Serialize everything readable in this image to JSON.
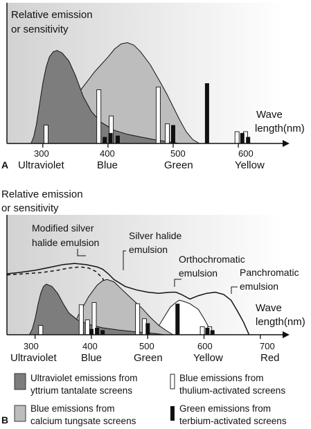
{
  "chart_data": [
    {
      "panel": "A",
      "type": "area",
      "ylabel_lines": [
        "Relative emission",
        "or sensitivity"
      ],
      "xlabel_lines": [
        "Wave",
        "length(nm)"
      ],
      "xlim": [
        245,
        670
      ],
      "ylim": [
        0,
        1
      ],
      "x_ticks": [
        300,
        400,
        500,
        600
      ],
      "regions": [
        "Ultraviolet",
        "Blue",
        "Green",
        "Yellow"
      ],
      "series": [
        {
          "kind": "curve",
          "fill": "#bdbdbd",
          "points": [
            [
              300,
              0
            ],
            [
              320,
              0.12
            ],
            [
              340,
              0.27
            ],
            [
              360,
              0.42
            ],
            [
              380,
              0.55
            ],
            [
              400,
              0.66
            ],
            [
              410,
              0.72
            ],
            [
              420,
              0.76
            ],
            [
              430,
              0.77
            ],
            [
              440,
              0.75
            ],
            [
              450,
              0.7
            ],
            [
              465,
              0.6
            ],
            [
              480,
              0.47
            ],
            [
              490,
              0.38
            ],
            [
              500,
              0.28
            ],
            [
              510,
              0.18
            ],
            [
              520,
              0.09
            ],
            [
              530,
              0.03
            ],
            [
              540,
              0
            ]
          ]
        },
        {
          "kind": "curve",
          "fill": "#7d7d7d",
          "points": [
            [
              282,
              0
            ],
            [
              286,
              0.05
            ],
            [
              290,
              0.14
            ],
            [
              295,
              0.3
            ],
            [
              300,
              0.46
            ],
            [
              305,
              0.58
            ],
            [
              310,
              0.66
            ],
            [
              316,
              0.7
            ],
            [
              322,
              0.71
            ],
            [
              330,
              0.69
            ],
            [
              340,
              0.63
            ],
            [
              350,
              0.52
            ],
            [
              362,
              0.36
            ],
            [
              375,
              0.24
            ],
            [
              390,
              0.16
            ],
            [
              410,
              0.1
            ],
            [
              430,
              0.07
            ],
            [
              450,
              0.05
            ],
            [
              470,
              0.03
            ],
            [
              490,
              0.015
            ],
            [
              510,
              0
            ]
          ]
        },
        {
          "kind": "bars",
          "style": "white",
          "points": [
            [
              305,
              0.14
            ],
            [
              386,
              0.41
            ],
            [
              405,
              0.21
            ],
            [
              477,
              0.43
            ],
            [
              491,
              0.15
            ],
            [
              598,
              0.09
            ],
            [
              611,
              0.09
            ]
          ]
        },
        {
          "kind": "bars",
          "style": "black",
          "points": [
            [
              395,
              0.05
            ],
            [
              404,
              0.08
            ],
            [
              415,
              0.06
            ],
            [
              500,
              0.14
            ],
            [
              552,
              0.46
            ],
            [
              606,
              0.08
            ],
            [
              615,
              0.05
            ]
          ]
        }
      ]
    },
    {
      "panel": "B",
      "type": "area",
      "ylabel_lines": [
        "Relative emission",
        "or sensitivity"
      ],
      "xlabel_lines": [
        "Wave",
        "length(nm)"
      ],
      "xlim": [
        250,
        742
      ],
      "ylim": [
        0,
        1
      ],
      "x_ticks": [
        300,
        400,
        500,
        600,
        700
      ],
      "regions": [
        "Ultraviolet",
        "Blue",
        "Green",
        "Yellow",
        "Red"
      ],
      "annotations": [
        {
          "lines": [
            "Modified silver",
            "halide emulsion"
          ]
        },
        {
          "lines": [
            "Silver halide",
            "emulsion"
          ]
        },
        {
          "lines": [
            "Orthochromatic",
            "emulsion"
          ]
        },
        {
          "lines": [
            "Panchromatic",
            "emulsion"
          ]
        }
      ],
      "series": [
        {
          "kind": "curve",
          "style": "solid-line",
          "points": [
            [
              250,
              0.53
            ],
            [
              270,
              0.54
            ],
            [
              300,
              0.56
            ],
            [
              330,
              0.59
            ],
            [
              350,
              0.61
            ],
            [
              370,
              0.62
            ],
            [
              390,
              0.61
            ],
            [
              410,
              0.59
            ],
            [
              420,
              0.57
            ],
            [
              430,
              0.53
            ],
            [
              440,
              0.48
            ],
            [
              460,
              0.42
            ],
            [
              480,
              0.39
            ],
            [
              500,
              0.37
            ],
            [
              520,
              0.36
            ],
            [
              540,
              0.37
            ],
            [
              550,
              0.37
            ],
            [
              560,
              0.35
            ],
            [
              575,
              0.31
            ],
            [
              590,
              0.34
            ],
            [
              605,
              0.36
            ],
            [
              620,
              0.37
            ],
            [
              635,
              0.35
            ],
            [
              648,
              0.3
            ],
            [
              660,
              0.2
            ],
            [
              670,
              0.11
            ],
            [
              680,
              0
            ]
          ]
        },
        {
          "kind": "curve",
          "style": "dashed-line",
          "points": [
            [
              250,
              0.52
            ],
            [
              280,
              0.53
            ],
            [
              310,
              0.54
            ],
            [
              340,
              0.56
            ],
            [
              360,
              0.58
            ],
            [
              380,
              0.59
            ],
            [
              395,
              0.58
            ],
            [
              408,
              0.55
            ],
            [
              420,
              0.49
            ],
            [
              430,
              0.4
            ],
            [
              440,
              0.27
            ],
            [
              448,
              0.12
            ],
            [
              455,
              0
            ]
          ]
        },
        {
          "kind": "curve",
          "fill": "#ffffff",
          "style": "white-fill",
          "points": [
            [
              500,
              0
            ],
            [
              520,
              0.08
            ],
            [
              540,
              0.24
            ],
            [
              550,
              0.28
            ],
            [
              556,
              0.3
            ],
            [
              564,
              0.29
            ],
            [
              575,
              0.27
            ],
            [
              590,
              0.22
            ],
            [
              600,
              0.14
            ],
            [
              610,
              0.05
            ],
            [
              615,
              0
            ]
          ]
        },
        {
          "kind": "curve",
          "fill": "#bdbdbd",
          "points": [
            [
              360,
              0
            ],
            [
              380,
              0.2
            ],
            [
              395,
              0.33
            ],
            [
              410,
              0.43
            ],
            [
              420,
              0.47
            ],
            [
              428,
              0.48
            ],
            [
              440,
              0.46
            ],
            [
              455,
              0.39
            ],
            [
              470,
              0.32
            ],
            [
              490,
              0.23
            ],
            [
              505,
              0.15
            ],
            [
              520,
              0.08
            ],
            [
              535,
              0.03
            ],
            [
              545,
              0
            ]
          ]
        },
        {
          "kind": "curve",
          "fill": "#7d7d7d",
          "points": [
            [
              290,
              0
            ],
            [
              295,
              0.05
            ],
            [
              300,
              0.14
            ],
            [
              305,
              0.26
            ],
            [
              310,
              0.36
            ],
            [
              315,
              0.42
            ],
            [
              320,
              0.44
            ],
            [
              330,
              0.42
            ],
            [
              340,
              0.36
            ],
            [
              350,
              0.27
            ],
            [
              360,
              0.19
            ],
            [
              375,
              0.13
            ],
            [
              395,
              0.09
            ],
            [
              420,
              0.06
            ],
            [
              450,
              0.04
            ],
            [
              480,
              0.025
            ],
            [
              510,
              0.012
            ],
            [
              530,
              0
            ]
          ]
        },
        {
          "kind": "bars",
          "style": "white",
          "points": [
            [
              310,
              0.08
            ],
            [
              382,
              0.26
            ],
            [
              393,
              0.13
            ],
            [
              405,
              0.28
            ],
            [
              482,
              0.27
            ],
            [
              494,
              0.14
            ],
            [
              597,
              0.07
            ],
            [
              610,
              0.07
            ]
          ]
        },
        {
          "kind": "bars",
          "style": "black",
          "points": [
            [
              400,
              0.05
            ],
            [
              410,
              0.06
            ],
            [
              420,
              0.04
            ],
            [
              500,
              0.1
            ],
            [
              553,
              0.27
            ],
            [
              606,
              0.06
            ],
            [
              615,
              0.04
            ]
          ]
        }
      ]
    }
  ],
  "panel_A": {
    "letter": "A",
    "ylabel_lines": [
      "Relative emission",
      "or sensitivity"
    ],
    "xlabel_lines": [
      "Wave",
      "length(nm)"
    ],
    "ticks": [
      "300",
      "400",
      "500",
      "600"
    ],
    "regions": [
      "Ultraviolet",
      "Blue",
      "Green",
      "Yellow"
    ]
  },
  "panel_B": {
    "letter": "B",
    "ylabel_lines": [
      "Relative emission",
      "or sensitivity"
    ],
    "xlabel_lines": [
      "Wave",
      "length(nm)"
    ],
    "ticks": [
      "300",
      "400",
      "500",
      "600",
      "700"
    ],
    "regions": [
      "Ultraviolet",
      "Blue",
      "Green",
      "Yellow",
      "Red"
    ],
    "annotations": {
      "modified": [
        "Modified silver",
        "halide emulsion"
      ],
      "silver": [
        "Silver halide",
        "emulsion"
      ],
      "ortho": [
        "Orthochromatic",
        "emulsion"
      ],
      "pan": [
        "Panchromatic",
        "emulsion"
      ]
    }
  },
  "legend": [
    {
      "lines": [
        "Ultraviolet emissions from",
        "yttrium tantalate screens"
      ],
      "swatch": "#7d7d7d"
    },
    {
      "lines": [
        "Blue emissions from",
        "thulium-activated screens"
      ],
      "swatch": "#ffffff"
    },
    {
      "lines": [
        "Blue emissions from",
        "calcium tungsate screens"
      ],
      "swatch": "#bdbdbd"
    },
    {
      "lines": [
        "Green emissions from",
        "terbium-activated screens"
      ],
      "swatch": "#111111"
    }
  ]
}
